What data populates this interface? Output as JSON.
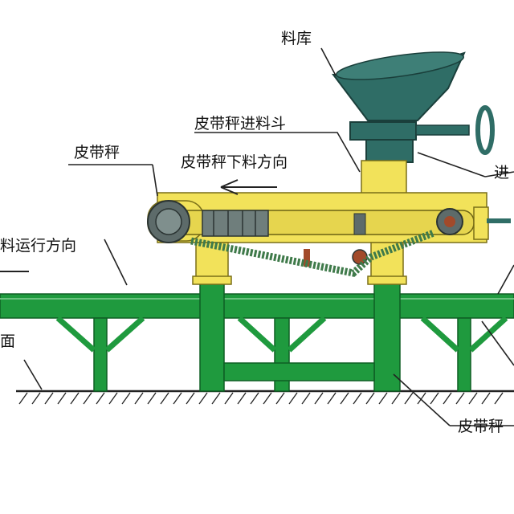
{
  "labels": {
    "hopper": "料库",
    "feed_hopper": "皮带秤进料斗",
    "belt_scale": "皮带秤",
    "discharge_direction": "皮带秤下料方向",
    "material_direction": "料运行方向",
    "ground": "面",
    "feed_right": "进",
    "scale_support": "皮带秤"
  },
  "colors": {
    "frame_green": "#1f9a3e",
    "frame_dark": "#0f5e24",
    "scale_yellow": "#f2e25a",
    "hopper_teal": "#2f6d66",
    "hopper_dark": "#1a3f3b",
    "roller_gray": "#5d6b6a",
    "chain_green": "#3f7a4a",
    "leader": "#222222"
  }
}
